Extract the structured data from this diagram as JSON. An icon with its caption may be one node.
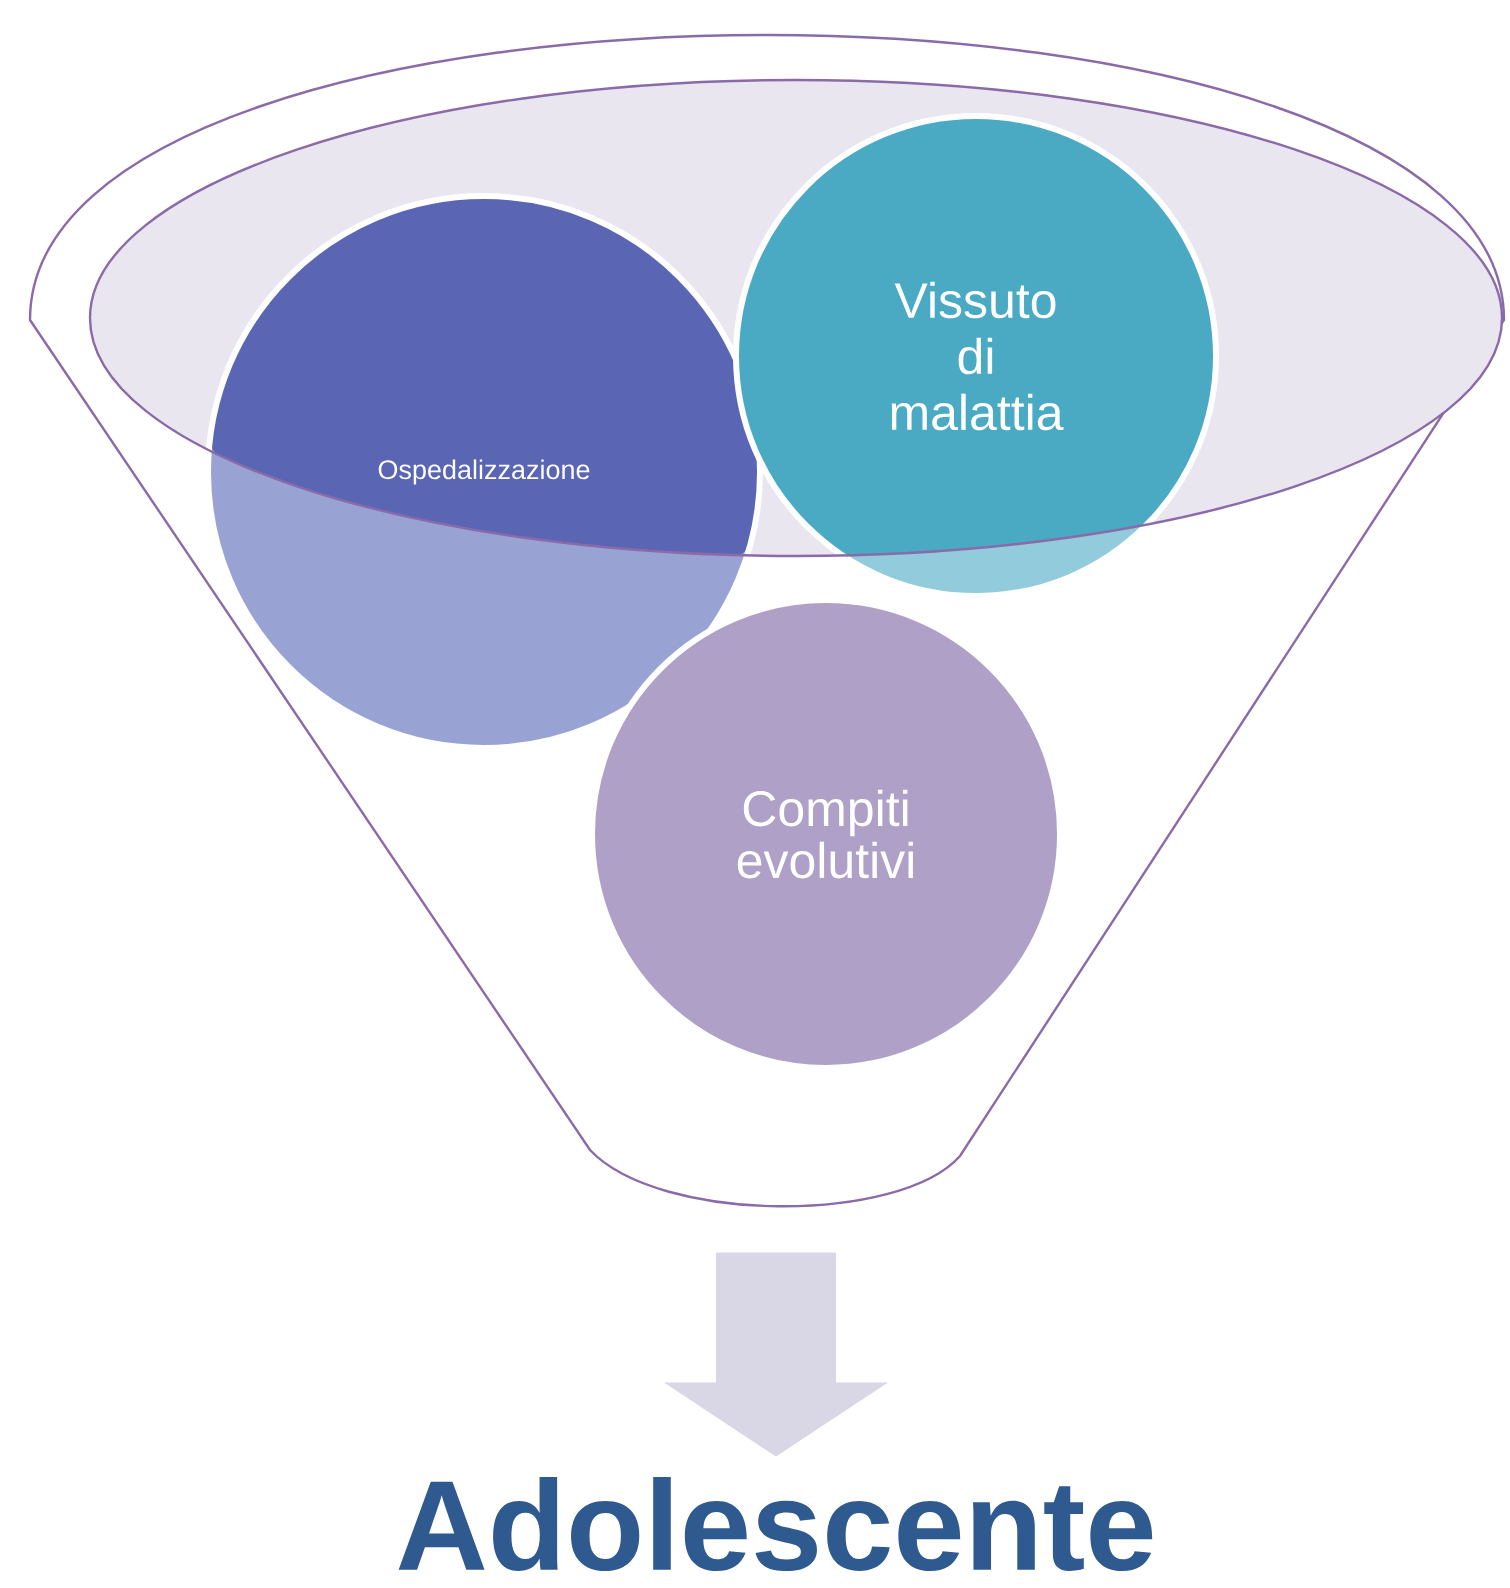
{
  "diagram": {
    "nodes": [
      {
        "text": [],
        "shape": "funnel"
      },
      {
        "text": [
          "Vissuto di malattia"
        ],
        "in": 0
      },
      {
        "text": [
          "Ospedalizzazione"
        ],
        "in": 0
      },
      {
        "text": [
          "Compiti evolutivi"
        ],
        "in": 0
      },
      {
        "text": [
          "Adolescente"
        ]
      }
    ],
    "edges": [
      {
        "from": 0,
        "to": 4,
        "arrow": "to",
        "style": "thick",
        "color": "#d9d6e6"
      }
    ]
  }
}
